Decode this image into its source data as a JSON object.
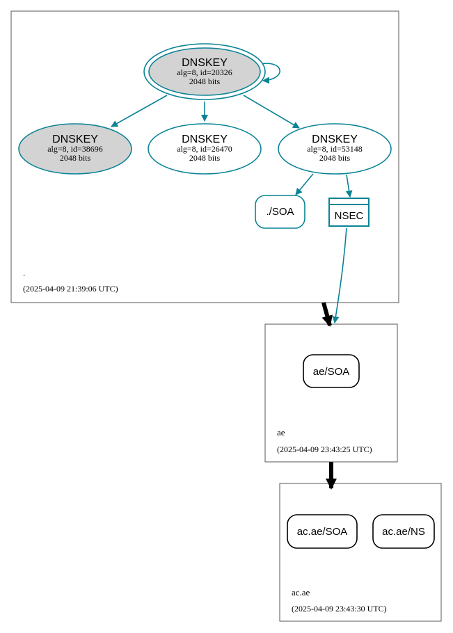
{
  "colors": {
    "edge": "#0a8396",
    "border": "#000000",
    "gray_fill": "#d3d3d3",
    "white": "#ffffff",
    "delegation": "#000000"
  },
  "zones": {
    "root": {
      "name": ".",
      "timestamp": "(2025-04-09 21:39:06 UTC)"
    },
    "ae": {
      "name": "ae",
      "timestamp": "(2025-04-09 23:43:25 UTC)"
    },
    "acae": {
      "name": "ac.ae",
      "timestamp": "(2025-04-09 23:43:30 UTC)"
    }
  },
  "nodes": {
    "ksk": {
      "title": "DNSKEY",
      "line1": "alg=8, id=20326",
      "line2": "2048 bits",
      "fill": "gray",
      "double_border": true,
      "self_loop": true
    },
    "k38696": {
      "title": "DNSKEY",
      "line1": "alg=8, id=38696",
      "line2": "2048 bits",
      "fill": "gray"
    },
    "k26470": {
      "title": "DNSKEY",
      "line1": "alg=8, id=26470",
      "line2": "2048 bits",
      "fill": "white"
    },
    "k53148": {
      "title": "DNSKEY",
      "line1": "alg=8, id=53148",
      "line2": "2048 bits",
      "fill": "white"
    },
    "root_soa": {
      "label": "./SOA"
    },
    "nsec": {
      "label": "NSEC"
    },
    "ae_soa": {
      "label": "ae/SOA"
    },
    "acae_soa": {
      "label": "ac.ae/SOA"
    },
    "acae_ns": {
      "label": "ac.ae/NS"
    }
  }
}
